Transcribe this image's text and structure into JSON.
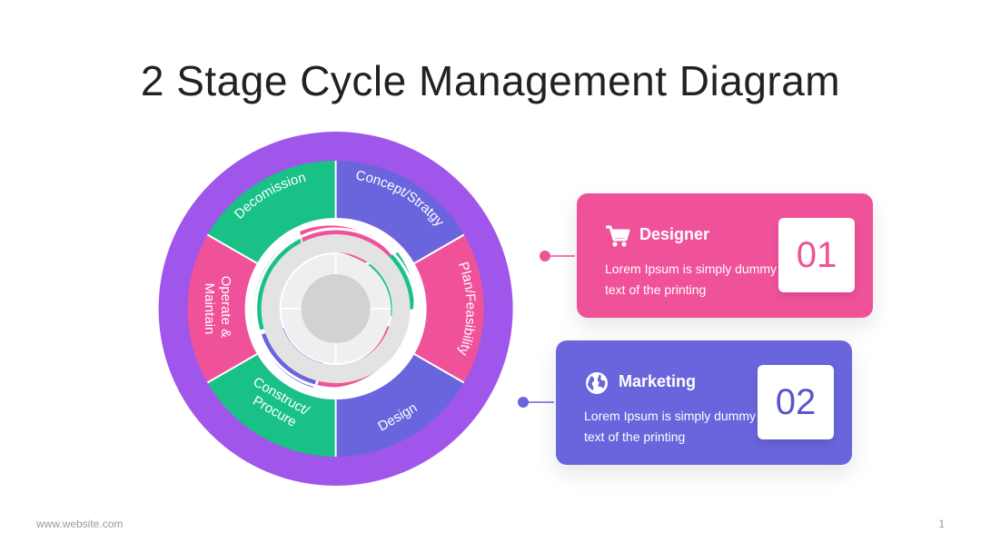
{
  "title": "2 Stage Cycle Management Diagram",
  "colors": {
    "outer_ring": "#a056ea",
    "green": "#19c186",
    "blue": "#6a65dc",
    "pink": "#f0529a",
    "inner_ring": "#e3e3e3",
    "center": "#d2d2d2"
  },
  "cycle": {
    "segments": [
      {
        "label": "Concept/Stratgy",
        "color": "#6a65dc"
      },
      {
        "label": "Plan/Feasibility",
        "color": "#f0529a"
      },
      {
        "label": "Design",
        "color": "#6a65dc"
      },
      {
        "label": "Construct/ Procure",
        "color": "#19c186"
      },
      {
        "label": "Operate & Maintain",
        "color": "#f0529a"
      },
      {
        "label": "Decomission",
        "color": "#19c186"
      }
    ]
  },
  "cards": [
    {
      "icon": "shopping-cart-icon",
      "heading": "Designer",
      "text": "Lorem Ipsum is simply dummy text of the printing",
      "number": "01",
      "color": "#f0529a"
    },
    {
      "icon": "globe-icon",
      "heading": "Marketing",
      "text": "Lorem Ipsum is simply dummy text of the printing",
      "number": "02",
      "color": "#6a65dc"
    }
  ],
  "footer": {
    "website": "www.website.com",
    "page": "1"
  }
}
